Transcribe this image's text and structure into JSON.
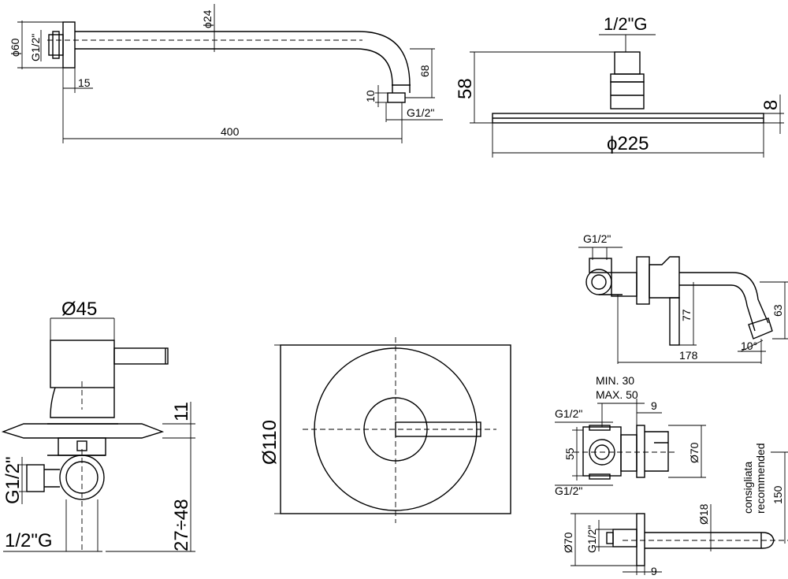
{
  "views": {
    "shower_arm": {
      "dia_flange": "ϕ60",
      "thread_left": "G1/2\"",
      "dia_pipe": "ϕ24",
      "flange_thickness": "15",
      "drop_height": "68",
      "outlet_height": "10",
      "thread_outlet": "G1/2\"",
      "arm_length": "400"
    },
    "shower_head": {
      "thread_top": "1/2\"G",
      "total_height": "58",
      "plate_thickness": "8",
      "dia_head": "ϕ225"
    },
    "mixer_side": {
      "dia_body": "Ø45",
      "plate_thickness": "11",
      "thread_side": "G1/2\"",
      "wall_depth": "27÷48",
      "thread_bottom": "1/2\"G"
    },
    "mixer_front": {
      "dia_plate": "Ø110"
    },
    "spout_side": {
      "thread": "G1/2\"",
      "height_77": "77",
      "height_63": "63",
      "angle": "10°",
      "length": "178"
    },
    "spout_body": {
      "min_depth": "MIN. 30",
      "max_depth": "MAX. 50",
      "thread_top": "G1/2\"",
      "plate_9": "9",
      "height_55": "55",
      "dia_70": "Ø70",
      "thread_bottom": "G1/2\"",
      "recommended_it": "consigliata",
      "recommended_en": "recommended",
      "recommended_value": "150"
    },
    "spout_top": {
      "dia_70": "Ø70",
      "thread": "G1/2\"",
      "dia_18": "Ø18",
      "plate_9": "9"
    }
  }
}
